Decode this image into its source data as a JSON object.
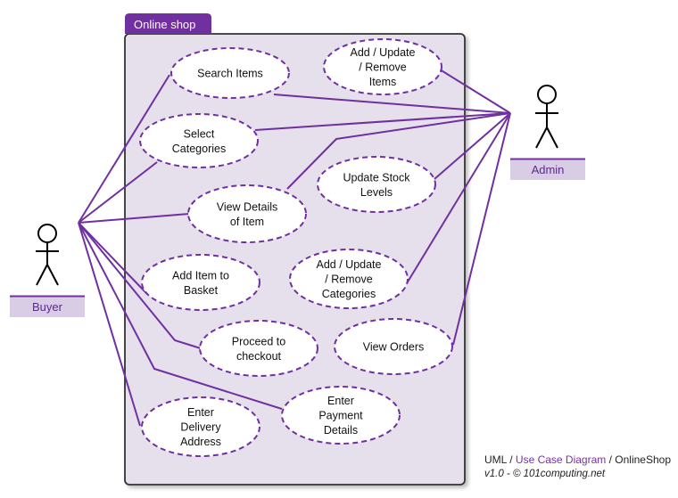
{
  "system": {
    "title": "Online shop"
  },
  "actors": {
    "buyer": {
      "label": "Buyer"
    },
    "admin": {
      "label": "Admin"
    }
  },
  "use_cases": {
    "search_items": [
      "Search Items"
    ],
    "add_update_remove_items": [
      "Add / Update",
      "/ Remove",
      "Items"
    ],
    "select_categories": [
      "Select",
      "Categories"
    ],
    "update_stock_levels": [
      "Update Stock",
      "Levels"
    ],
    "view_details_of_item": [
      "View Details",
      "of Item"
    ],
    "add_item_to_basket": [
      "Add Item to",
      "Basket"
    ],
    "add_update_remove_categories": [
      "Add / Update",
      "/ Remove",
      "Categories"
    ],
    "proceed_to_checkout": [
      "Proceed to",
      "checkout"
    ],
    "view_orders": [
      "View Orders"
    ],
    "enter_delivery_address": [
      "Enter",
      "Delivery",
      "Address"
    ],
    "enter_payment_details": [
      "Enter",
      "Payment",
      "Details"
    ]
  },
  "colors": {
    "accent": "#7030a0",
    "system_fill": "#e6e0ec",
    "actor_label_bg": "#d9cde6"
  },
  "credits": {
    "prefix": "UML / ",
    "link": "Use Case Diagram",
    "suffix": " / OnlineShop",
    "version": "v1.0  - © 101computing.net"
  }
}
